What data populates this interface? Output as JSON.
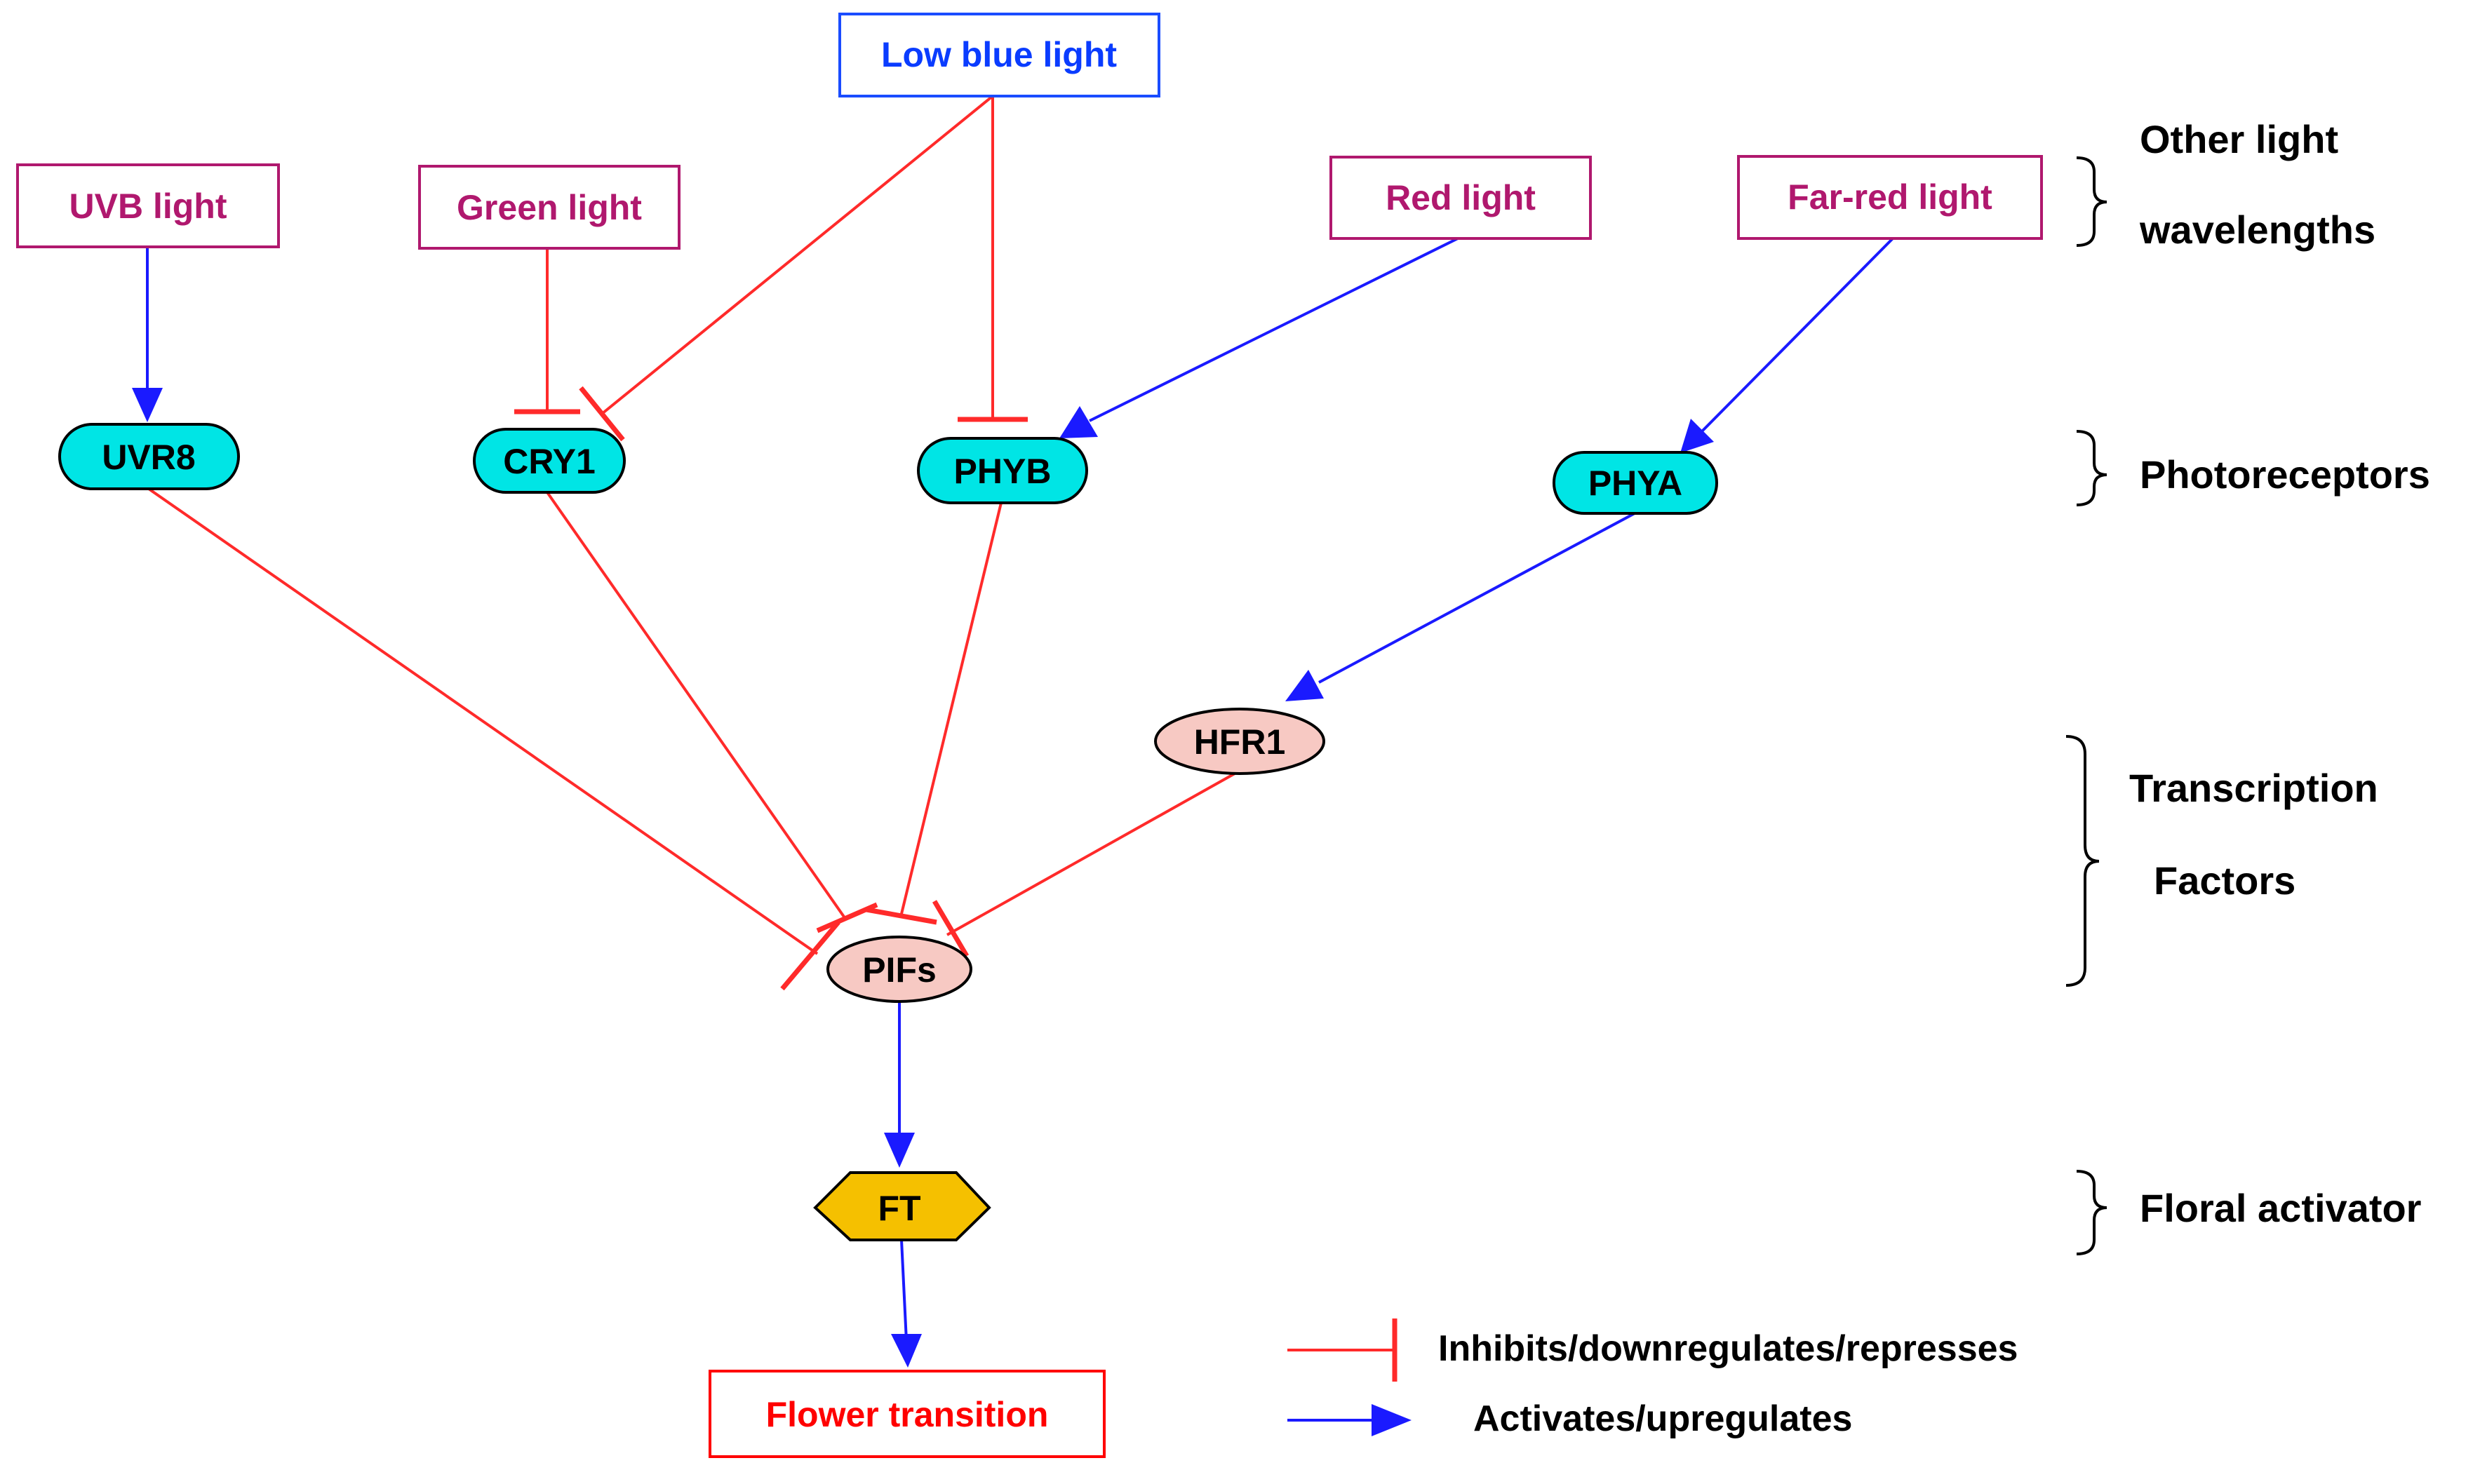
{
  "colors": {
    "inhibit": "#ff2a2a",
    "activate": "#1a1aff",
    "light_box_text": "#b0186e",
    "light_box_border": "#b0186e",
    "low_blue_text": "#0a3cff",
    "low_blue_border": "#1a4cff",
    "photoreceptor_fill": "#00e5e5",
    "tf_fill": "#f7c9c3",
    "ft_fill": "#f5c000",
    "flower_text": "#ff0000",
    "flower_border": "#ff0000"
  },
  "nodes": {
    "low_blue": "Low blue light",
    "uvb": "UVB light",
    "green": "Green light",
    "red": "Red light",
    "farred": "Far-red light",
    "uvr8": "UVR8",
    "cry1": "CRY1",
    "phyb": "PHYB",
    "phya": "PHYA",
    "hfr1": "HFR1",
    "pifs": "PIFs",
    "ft": "FT",
    "flower": "Flower transition"
  },
  "side_labels": {
    "other_light_1": "Other light",
    "other_light_2": "wavelengths",
    "photoreceptors": "Photoreceptors",
    "tf_1": "Transcription",
    "tf_2": "Factors",
    "floral": "Floral activator"
  },
  "legend": {
    "inhibit": "Inhibits/downregulates/represses",
    "activate": "Activates/upregulates"
  }
}
